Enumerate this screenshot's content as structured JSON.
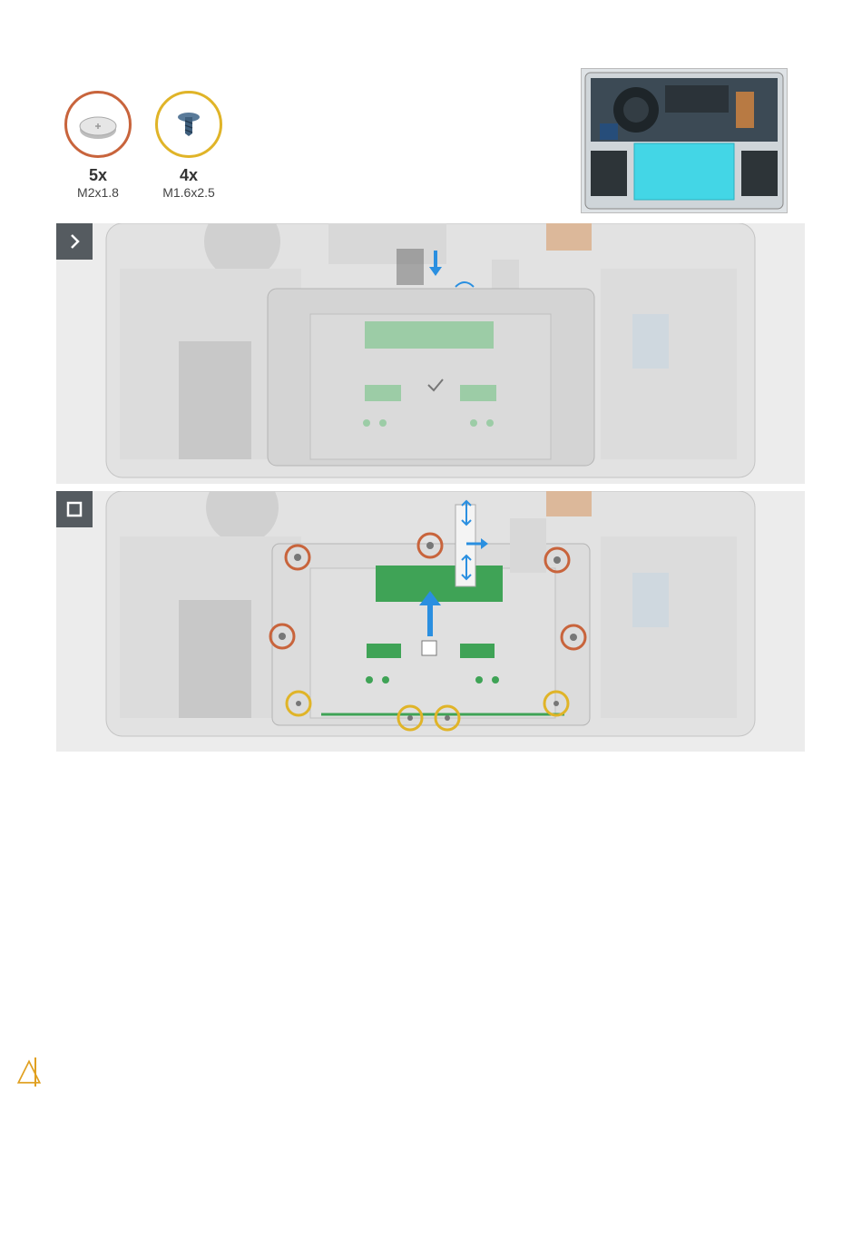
{
  "screws": [
    {
      "count": "5x",
      "size": "M2x1.8",
      "color": "#c8643c",
      "icon": "flat-head-screw-icon"
    },
    {
      "count": "4x",
      "size": "M1.6x2.5",
      "color": "#e0b428",
      "icon": "phillips-screw-icon"
    }
  ],
  "steps": [
    {
      "icon": "chevron-right-icon"
    },
    {
      "icon": "square-stop-icon"
    }
  ],
  "caution": {
    "icon": "warning-triangle-icon",
    "color": "#e0a020"
  },
  "colors": {
    "highlight_area": "#43d6e6",
    "arrow_blue": "#2a8fe0",
    "screw_orange": "#c8643c",
    "screw_yellow": "#e0b428",
    "touchpad_board": "#3fa356"
  }
}
